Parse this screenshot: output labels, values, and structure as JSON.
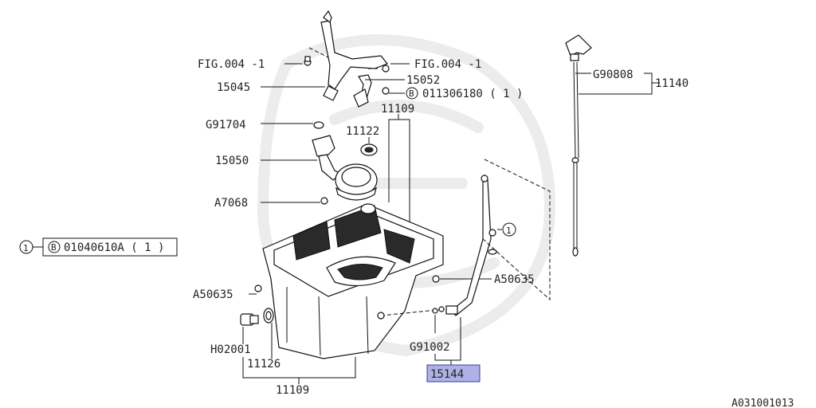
{
  "labels": {
    "fig_left": "FIG.004 -1",
    "fig_right": "FIG.004 -1",
    "p15045": "15045",
    "p15052": "15052",
    "bolt_b1": "011306180 ( 1 )",
    "g91704": "G91704",
    "p11109_top": "11109",
    "p11122": "11122",
    "p15050": "15050",
    "a7068": "A7068",
    "ref_main": "01040610A ( 1 )",
    "a50635_left": "A50635",
    "a50635_right": "A50635",
    "h02001": "H02001",
    "p11126": "11126",
    "p11109_bottom": "11109",
    "g91002": "G91002",
    "p15144": "15144",
    "g90808": "G90808",
    "p11140": "11140",
    "diagram_id": "A031001013"
  },
  "symbols": {
    "circle_1": "1",
    "circle_b": "B"
  },
  "colors": {
    "highlight_fill": "#aeb0e6",
    "highlight_border": "#3b3f9a",
    "line": "#111111"
  }
}
